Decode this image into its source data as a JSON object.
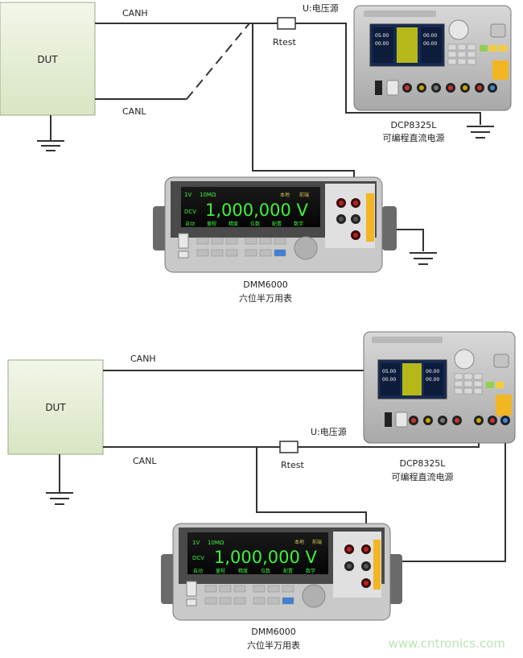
{
  "labels": {
    "canh": "CANH",
    "canl": "CANL",
    "dut": "DUT",
    "rtest": "Rtest",
    "source": "U:电压源",
    "psu_model": "DCP8325L",
    "psu_desc": "可编程直流电源",
    "dmm_model": "DMM6000",
    "dmm_desc": "六位半万用表"
  },
  "meter": {
    "reading": "1,000,000 V",
    "range": "1V",
    "resistance": "10MΩ",
    "mode": "DCV",
    "status_left": "本地",
    "status_right": "前端",
    "softkeys": [
      "自动",
      "量程",
      "精度",
      "位数",
      "配置",
      "数学"
    ]
  },
  "watermark": "www.cntronics.com",
  "colors": {
    "dut_fill": "#e8efd8",
    "wire": "#333333",
    "meter_text": "#3cf23c",
    "watermark": "#b9e5b2"
  }
}
